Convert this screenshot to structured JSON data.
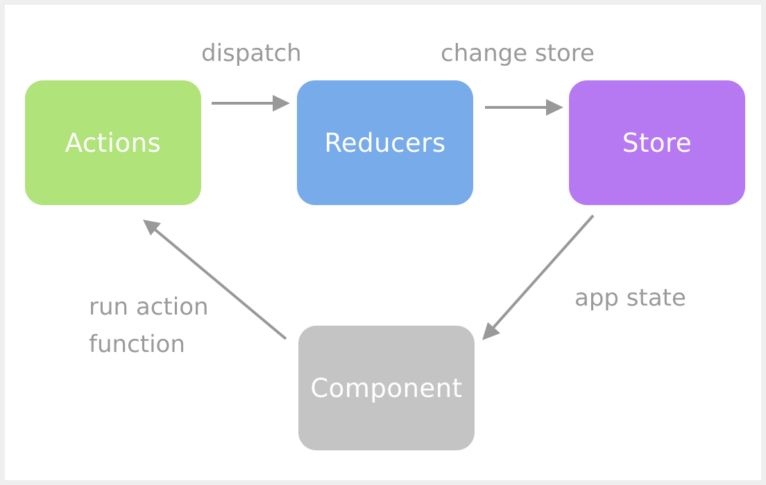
{
  "diagram": {
    "nodes": {
      "actions": "Actions",
      "reducers": "Reducers",
      "store": "Store",
      "component": "Component"
    },
    "edges": {
      "dispatch": "dispatch",
      "change_store": "change store",
      "app_state": "app state",
      "run_action_line1": "run action",
      "run_action_line2": "function"
    },
    "colors": {
      "actions": "#b0e37a",
      "reducers": "#78abe9",
      "store": "#b779f1",
      "component": "#c4c4c4",
      "arrow": "#999999",
      "label": "#9a9a9a"
    }
  }
}
